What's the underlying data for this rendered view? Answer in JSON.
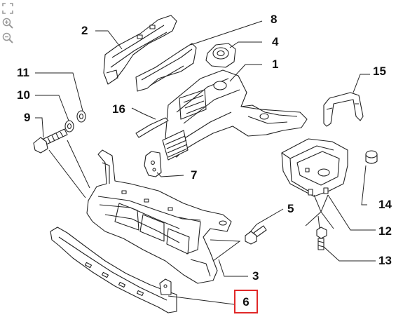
{
  "toolbar": {
    "icons": [
      "fullscreen-icon",
      "zoom-in-icon",
      "zoom-out-icon"
    ]
  },
  "callouts": [
    {
      "id": "2",
      "label": "2"
    },
    {
      "id": "8",
      "label": "8"
    },
    {
      "id": "4",
      "label": "4"
    },
    {
      "id": "1",
      "label": "1"
    },
    {
      "id": "15",
      "label": "15"
    },
    {
      "id": "11",
      "label": "11"
    },
    {
      "id": "10",
      "label": "10"
    },
    {
      "id": "9",
      "label": "9"
    },
    {
      "id": "16",
      "label": "16"
    },
    {
      "id": "7",
      "label": "7"
    },
    {
      "id": "5",
      "label": "5"
    },
    {
      "id": "14",
      "label": "14"
    },
    {
      "id": "12",
      "label": "12"
    },
    {
      "id": "13",
      "label": "13"
    },
    {
      "id": "3",
      "label": "3"
    }
  ],
  "selected": {
    "label": "6",
    "highlight_color": "#e02828"
  },
  "colors": {
    "stroke": "#222222",
    "fill": "#ffffff",
    "accent": "#e02828"
  }
}
